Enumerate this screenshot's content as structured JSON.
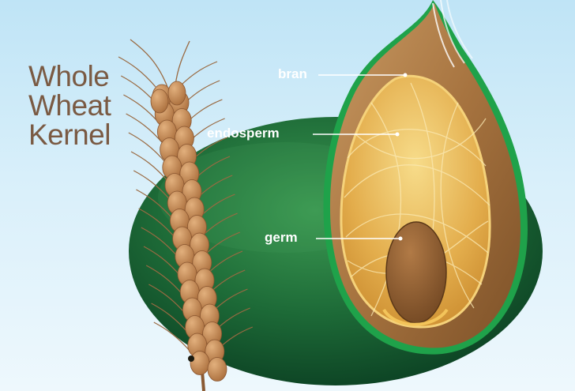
{
  "title": {
    "line1": "Whole",
    "line2": "Wheat",
    "line3": "Kernel"
  },
  "labels": {
    "bran": "bran",
    "endosperm": "endosperm",
    "germ": "germ"
  },
  "colors": {
    "background": "#cdeaf7",
    "ellipse_dark": "#0d4a2a",
    "ellipse_light": "#2f8a45",
    "bran": "#9b6a3c",
    "endosperm": "#e7b85a",
    "germ": "#8a5a2e",
    "wheat": "#c48a55",
    "title_text": "#7a5a43",
    "label_text": "#ffffff"
  }
}
